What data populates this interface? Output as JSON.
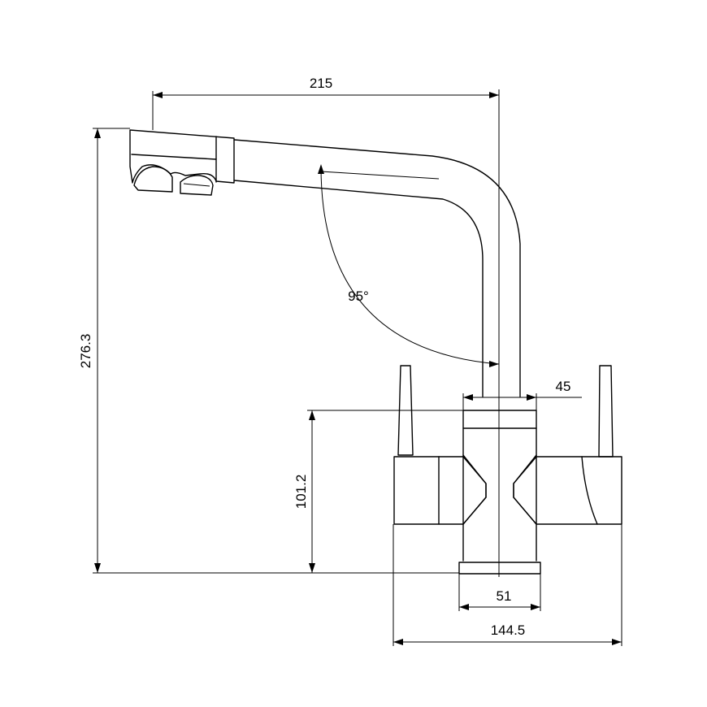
{
  "dimensions": {
    "overall_reach": "215",
    "overall_height": "276.3",
    "spout_angle": "95°",
    "top_cap_width": "45",
    "body_height": "101.2",
    "base_width": "51",
    "body_width": "144.5"
  },
  "colors": {
    "line": "#000000",
    "background": "#ffffff"
  }
}
